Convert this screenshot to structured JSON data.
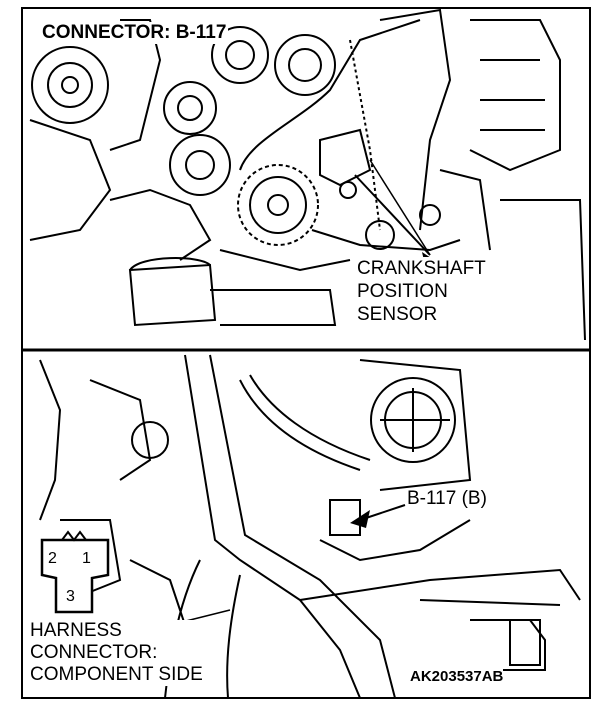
{
  "title": "CONNECTOR: B-117",
  "sensor_label": [
    "CRANKSHAFT",
    "POSITION",
    "SENSOR"
  ],
  "connector_callout": "B-117 (B)",
  "harness_label": [
    "HARNESS",
    "CONNECTOR:",
    "COMPONENT SIDE"
  ],
  "figure_code": "AK203537AB",
  "pins": [
    "2",
    "1",
    "3"
  ]
}
